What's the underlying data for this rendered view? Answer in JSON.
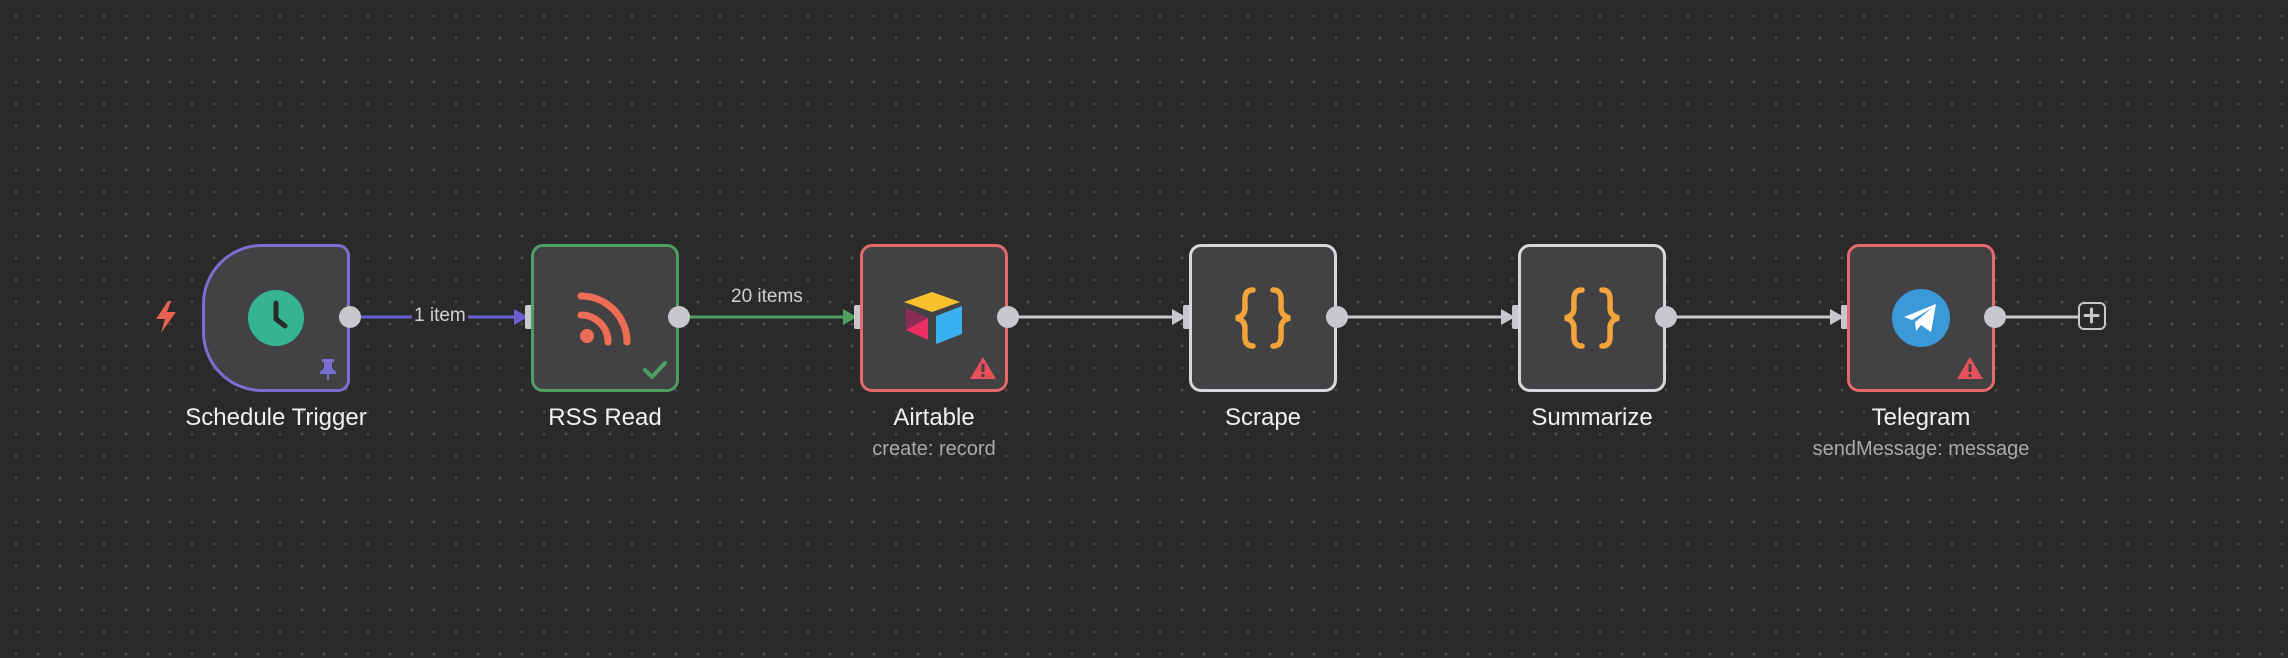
{
  "nodes": [
    {
      "id": "schedule",
      "label": "Schedule Trigger",
      "subtitle": "",
      "status": "trigger",
      "icon": "clock-icon"
    },
    {
      "id": "rss",
      "label": "RSS Read",
      "subtitle": "",
      "status": "success",
      "icon": "rss-icon"
    },
    {
      "id": "airtable",
      "label": "Airtable",
      "subtitle": "create: record",
      "status": "error",
      "icon": "airtable-icon"
    },
    {
      "id": "scrape",
      "label": "Scrape",
      "subtitle": "",
      "status": "default",
      "icon": "code-braces-icon"
    },
    {
      "id": "summarize",
      "label": "Summarize",
      "subtitle": "",
      "status": "default",
      "icon": "code-braces-icon"
    },
    {
      "id": "telegram",
      "label": "Telegram",
      "subtitle": "sendMessage: message",
      "status": "error",
      "icon": "telegram-icon"
    }
  ],
  "edges": [
    {
      "from": "schedule",
      "to": "rss",
      "label": "1 item",
      "color": "#6a5fcf"
    },
    {
      "from": "rss",
      "to": "airtable",
      "label": "20 items",
      "color": "#4f9f62"
    },
    {
      "from": "airtable",
      "to": "scrape",
      "label": "",
      "color": "#c7c7cc"
    },
    {
      "from": "scrape",
      "to": "summarize",
      "label": "",
      "color": "#c7c7cc"
    },
    {
      "from": "summarize",
      "to": "telegram",
      "label": "",
      "color": "#c7c7cc"
    }
  ],
  "colors": {
    "canvas_bg": "#2a2a2b",
    "node_bg": "#424245",
    "trigger_border": "#7a6fd0",
    "success_border": "#4f9f62",
    "error_border": "#e36a6a",
    "default_border": "#d8d8dc",
    "code_icon": "#f2a33a",
    "warning": "#e8505b",
    "telegram_blue": "#3a9ad9",
    "clock_green": "#35b58f"
  }
}
